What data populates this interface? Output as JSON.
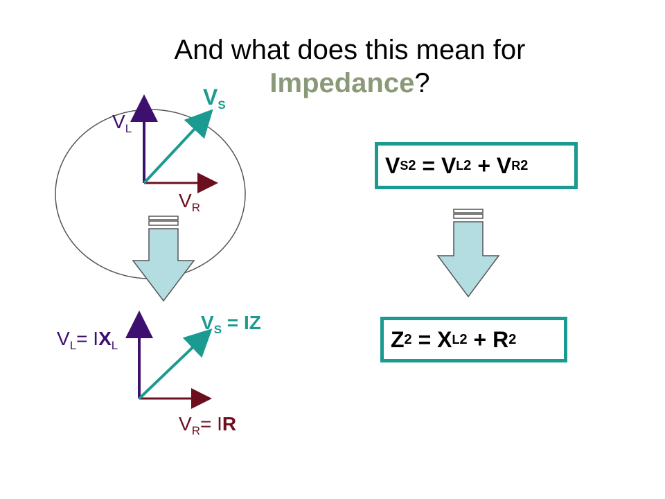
{
  "title": {
    "prefix": "And what does this mean for",
    "highlight": "Impedance",
    "suffix": "?"
  },
  "top_diagram": {
    "vs_label": "V",
    "vs_sub": "S",
    "vl_label": "V",
    "vl_sub": "L",
    "vr_label": "V",
    "vr_sub": "R"
  },
  "bottom_diagram": {
    "vs_label": "V",
    "vs_sub": "S",
    "vs_eq": " = I",
    "vs_z": "Z",
    "vl_label": "V",
    "vl_sub": "L",
    "vl_eq": "= I",
    "vl_x": "X",
    "vl_xsub": "L",
    "vr_label": "V",
    "vr_sub": "R",
    "vr_eq": "= I",
    "vr_r": "R"
  },
  "eq1": {
    "v1": "V",
    "s1": "S",
    "p1": "2",
    "mid1": " = V",
    "s2": "L",
    "p2": "2",
    "mid2": " + V",
    "s3": "R",
    "p3": "2"
  },
  "eq2": {
    "z": "Z",
    "p1": "2",
    "mid1": " = X",
    "s1": "L",
    "p2": "2",
    "mid2": " + R",
    "p3": "2"
  },
  "colors": {
    "teal": "#1a9a90",
    "purple": "#3d0f6e",
    "maroon": "#6b0f1e",
    "arrow_fill": "#b3dde0"
  }
}
